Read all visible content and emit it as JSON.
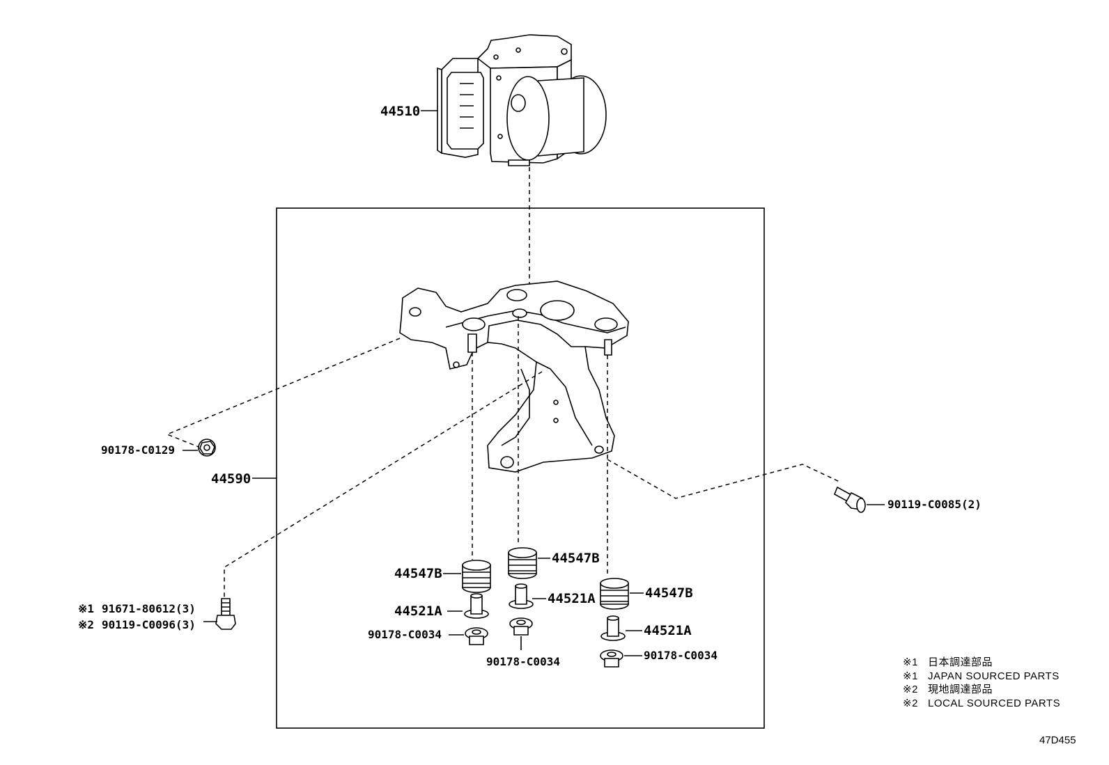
{
  "parts": {
    "actuator": "44510",
    "bracket": "44590",
    "nut": "90178-C0129",
    "bolt_right": "90119-C0085(2)",
    "bolt_left_1_mark": "※1",
    "bolt_left_1": "91671-80612(3)",
    "bolt_left_2_mark": "※2",
    "bolt_left_2": "90119-C0096(3)",
    "cushion_left": "44547B",
    "cushion_mid": "44547B",
    "cushion_right": "44547B",
    "collar_left": "44521A",
    "collar_mid": "44521A",
    "collar_right": "44521A",
    "nut_left": "90178-C0034",
    "nut_mid": "90178-C0034",
    "nut_right": "90178-C0034"
  },
  "legend": [
    {
      "mark": "※1",
      "text": "日本調達部品"
    },
    {
      "mark": "※1",
      "text": "JAPAN SOURCED PARTS"
    },
    {
      "mark": "※2",
      "text": "現地調達部品"
    },
    {
      "mark": "※2",
      "text": "LOCAL SOURCED PARTS"
    }
  ],
  "diagram_code": "47D455"
}
